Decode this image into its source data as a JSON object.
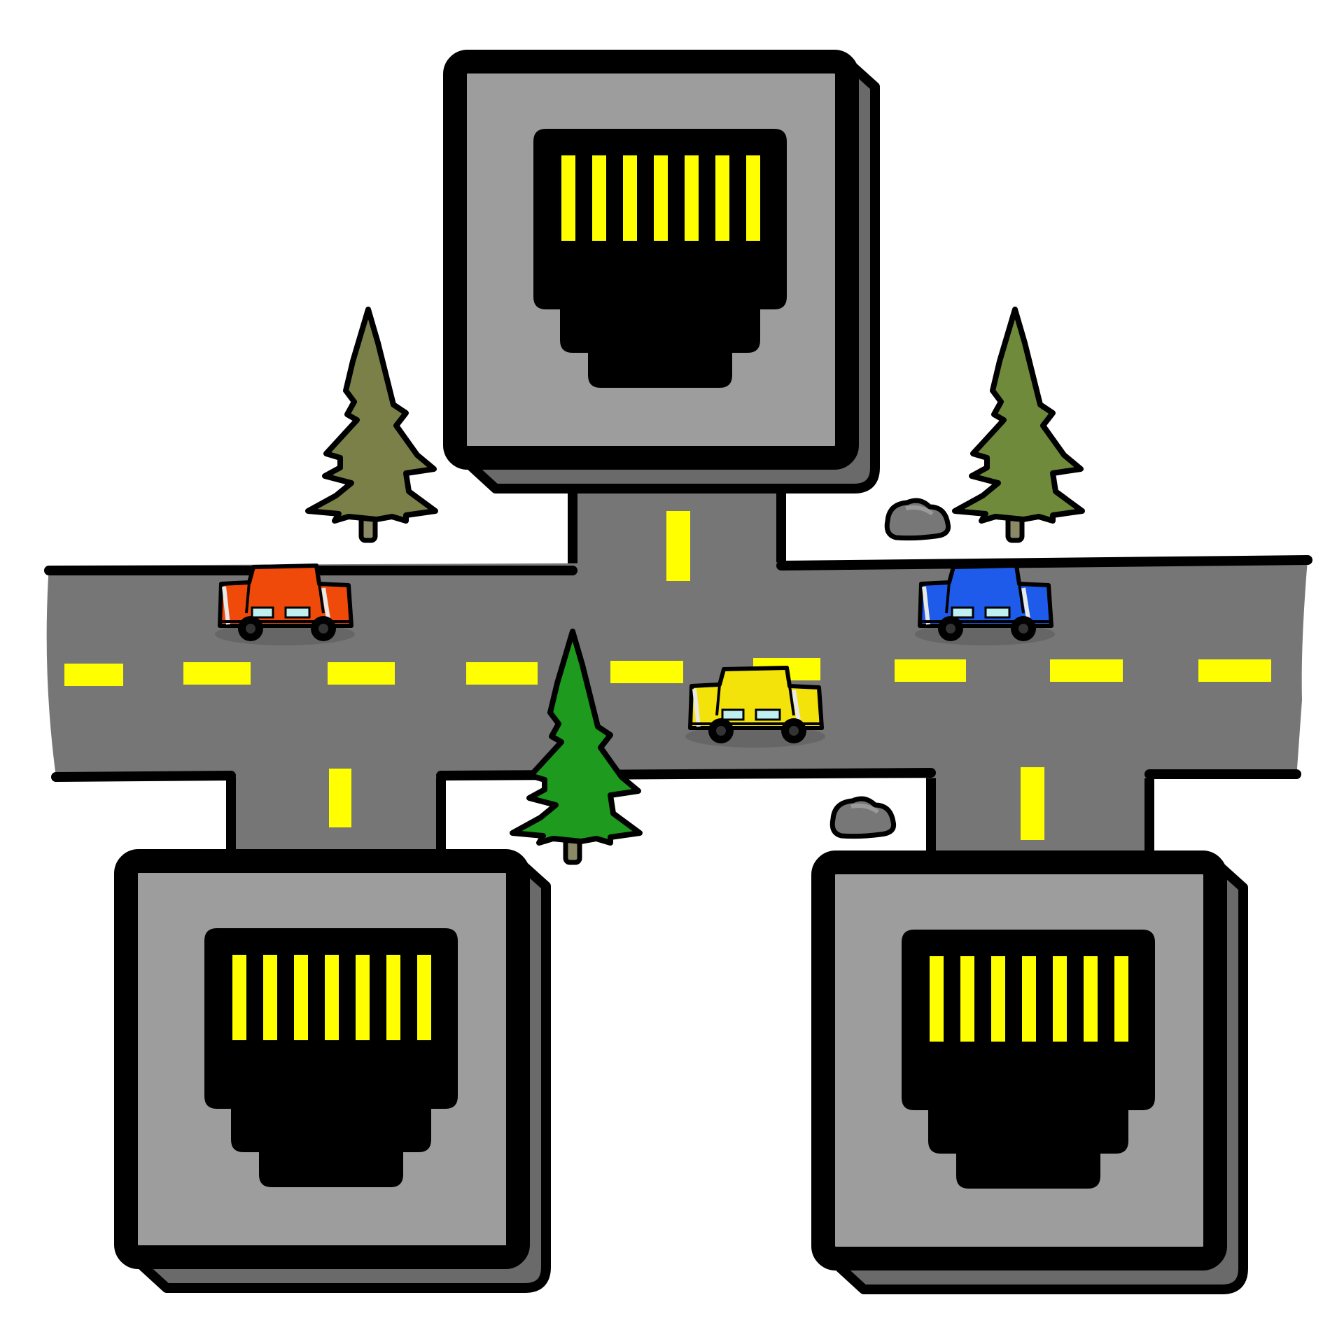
{
  "scene": {
    "subject": "network-switch-ports-as-road-intersection",
    "ports": [
      {
        "id": "top",
        "icon": "ethernet-port-icon",
        "pins": 7
      },
      {
        "id": "bottom-left",
        "icon": "ethernet-port-icon",
        "pins": 7
      },
      {
        "id": "bottom-right",
        "icon": "ethernet-port-icon",
        "pins": 7
      }
    ],
    "cars": [
      {
        "id": "orange",
        "icon": "car-icon",
        "color": "#f04a0a"
      },
      {
        "id": "blue",
        "icon": "car-icon",
        "color": "#1f5bea"
      },
      {
        "id": "yellow",
        "icon": "car-icon",
        "color": "#f3e30a"
      }
    ],
    "trees": [
      {
        "id": "left",
        "icon": "pine-tree-icon",
        "color": "#7a8048"
      },
      {
        "id": "right",
        "icon": "pine-tree-icon",
        "color": "#6f8a3a"
      },
      {
        "id": "center",
        "icon": "pine-tree-icon",
        "color": "#1e9a1e"
      }
    ],
    "rocks": [
      {
        "id": "upper-right",
        "icon": "rock-icon"
      },
      {
        "id": "lower-middle",
        "icon": "rock-icon"
      }
    ],
    "colors": {
      "road": "#767676",
      "lane_marking": "#ffff00",
      "port_face": "#9d9d9d",
      "port_side": "#6a6a6a",
      "outline": "#000000",
      "pin": "#ffff00"
    }
  }
}
